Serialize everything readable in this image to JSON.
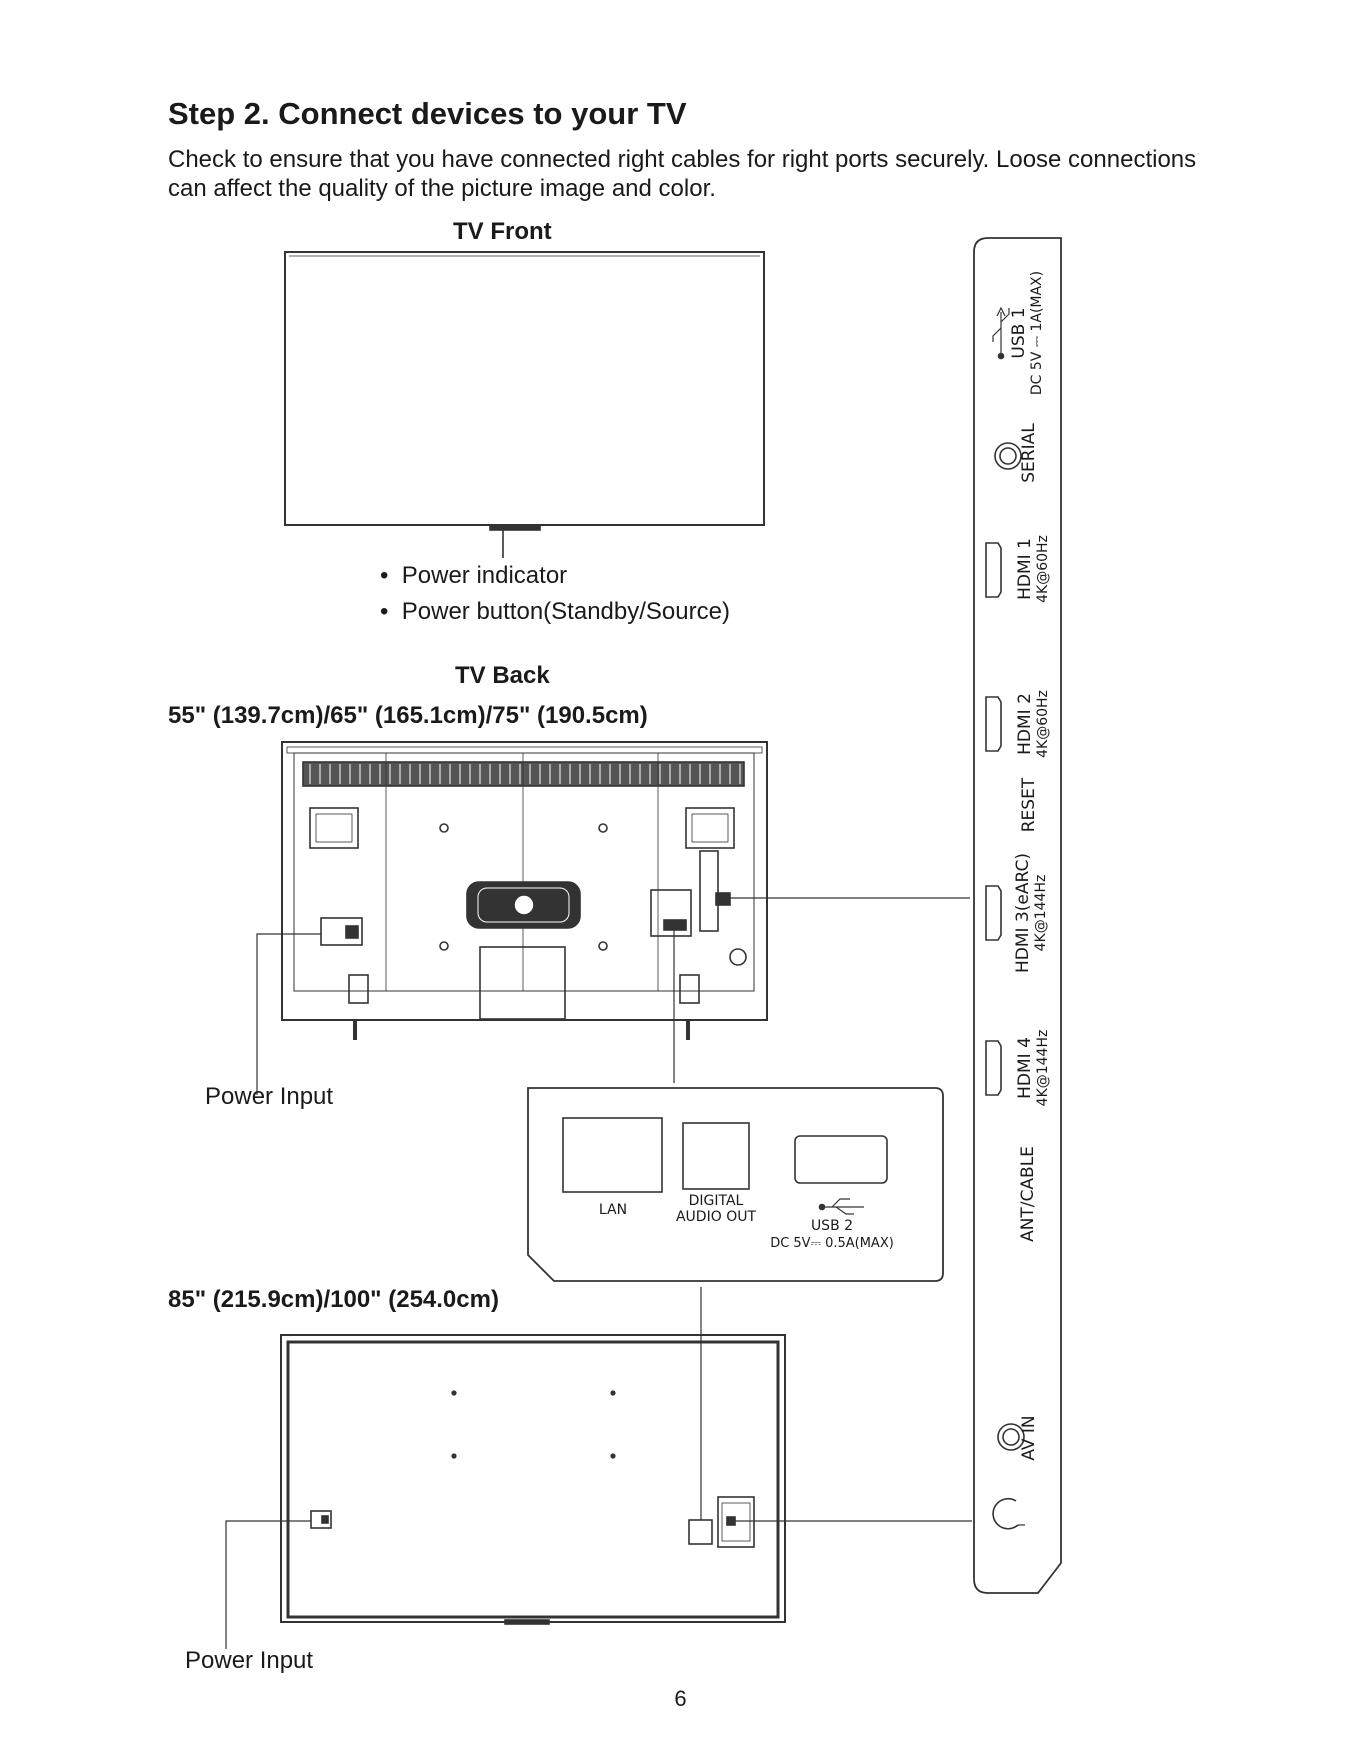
{
  "page": {
    "title": "Step 2. Connect devices to your TV",
    "intro": "Check to ensure that you have connected right cables for right ports securely. Loose connections can affect the quality of the picture image and color.",
    "page_number": "6"
  },
  "tv_front": {
    "heading": "TV Front",
    "bullets": [
      "Power indicator",
      "Power button(Standby/Source)"
    ]
  },
  "tv_back": {
    "heading": "TV Back",
    "model_55_75": "55\" (139.7cm)/65\" (165.1cm)/75\" (190.5cm)",
    "model_85_100": "85\" (215.9cm)/100\" (254.0cm)",
    "power_input_label": "Power Input",
    "power_input_label_2": "Power Input"
  },
  "bottom_panel": {
    "lan": "LAN",
    "digital_audio_line1": "DIGITAL",
    "digital_audio_line2": "AUDIO OUT",
    "usb2": "USB 2",
    "usb2_rating": "DC 5V⎓ 0.5A(MAX)"
  },
  "side_panel": {
    "usb1": "USB 1",
    "usb1_rating": "DC 5V ⎓ 1A(MAX)",
    "serial": "SERIAL",
    "hdmi1": "HDMI 1",
    "hdmi1_spec": "4K@60Hz",
    "hdmi2": "HDMI 2",
    "hdmi2_spec": "4K@60Hz",
    "reset": "RESET",
    "hdmi3": "HDMI 3(eARC)",
    "hdmi3_spec": "4K@144Hz",
    "hdmi4": "HDMI 4",
    "hdmi4_spec": "4K@144Hz",
    "ant_cable": "ANT/CABLE",
    "av_in": "AV IN"
  }
}
